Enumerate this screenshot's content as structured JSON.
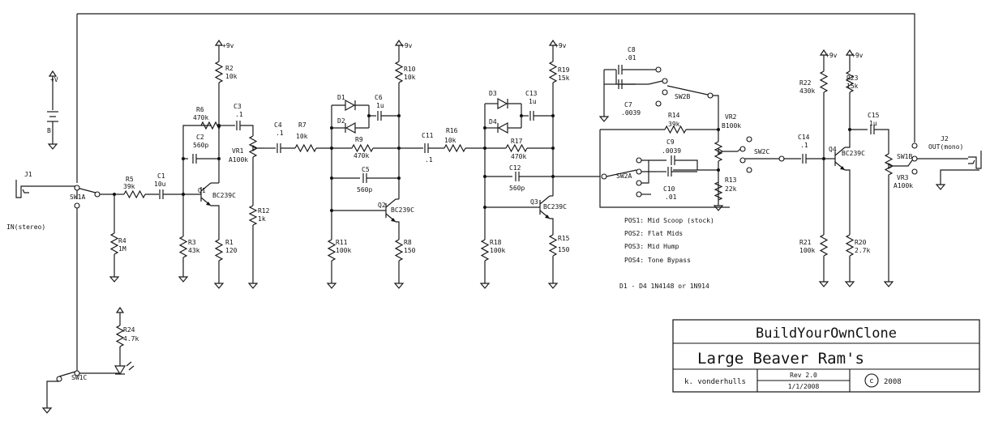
{
  "labels": {
    "j1": "J1",
    "in_jack": "IN(stereo)",
    "plusv": "+V",
    "batt": "B",
    "sw1a": "SW1A",
    "sw1c": "SW1C",
    "r5n": "R5",
    "r5v": "39k",
    "c1n": "C1",
    "c1v": "10u",
    "r4n": "R4",
    "r4v": "1M",
    "r24n": "R24",
    "r24v": "4.7k",
    "r6n": "R6",
    "r6v": "470k",
    "c2n": "C2",
    "c2v": "560p",
    "r2n": "R2",
    "r2v": "10k",
    "c3n": "C3",
    "c3v": ".1",
    "q1": "Q1",
    "q1t": "BC239C",
    "r3n": "R3",
    "r3v": "43k",
    "r1n": "R1",
    "r1v": "120",
    "vr1n": "VR1",
    "vr1v": "A100k",
    "r12n": "R12",
    "r12v": "1k",
    "c4n": "C4",
    "c4v": ".1",
    "r7n": "R7",
    "r7v": "10k",
    "d1": "D1",
    "d2": "D2",
    "c6n": "C6",
    "c6v": "1u",
    "r9n": "R9",
    "r9v": "470k",
    "c5n": "C5",
    "c5v": "560p",
    "r10n": "R10",
    "r10v": "10k",
    "q2": "Q2",
    "q2t": "BC239C",
    "r11n": "R11",
    "r11v": "100k",
    "r8n": "R8",
    "r8v": "150",
    "c11n": "C11",
    "c11v": ".1",
    "r16n": "R16",
    "r16v": "10k",
    "d3": "D3",
    "d4": "D4",
    "c13n": "C13",
    "c13v": "1u",
    "r17n": "R17",
    "r17v": "470k",
    "c12n": "C12",
    "c12v": "560p",
    "r19n": "R19",
    "r19v": "15k",
    "q3": "Q3",
    "q3t": "BC239C",
    "r18n": "R18",
    "r18v": "100k",
    "r15n": "R15",
    "r15v": "150",
    "c8n": "C8",
    "c8v": ".01",
    "c7n": "C7",
    "c7v": ".0039",
    "sw2b": "SW2B",
    "r14n": "R14",
    "r14v": "39k",
    "vr2n": "VR2",
    "vr2v": "B100k",
    "c9n": "C9",
    "c9v": ".0039",
    "sw2a": "SW2A",
    "c10n": "C10",
    "c10v": ".01",
    "r13n": "R13",
    "r13v": "22k",
    "sw2c": "SW2C",
    "c14n": "C14",
    "c14v": ".1",
    "r22n": "R22",
    "r22v": "430k",
    "r23n": "R23",
    "r23v": "15k",
    "c15n": "C15",
    "c15v": "1u",
    "q4": "Q4",
    "q4t": "BC239C",
    "r21n": "R21",
    "r21v": "100k",
    "r20n": "R20",
    "r20v": "2.7k",
    "sw1b": "SW1B",
    "vr3n": "VR3",
    "vr3v": "A100k",
    "j2": "J2",
    "out_jack": "OUT(mono)",
    "v9": "+9v"
  },
  "notes": {
    "pos1": "POS1:  Mid Scoop (stock)",
    "pos2": "POS2:  Flat Mids",
    "pos3": "POS3:  Mid Hump",
    "pos4": "POS4:  Tone Bypass",
    "diodes": "D1 - D4 1N4148 or 1N914"
  },
  "title_block": {
    "org": "BuildYourOwnClone",
    "title": "Large Beaver Ram's",
    "author": "k. vonderhulls",
    "rev": "Rev 2.0",
    "date": "1/1/2008",
    "copyright_mark": "c",
    "year": "2008"
  }
}
